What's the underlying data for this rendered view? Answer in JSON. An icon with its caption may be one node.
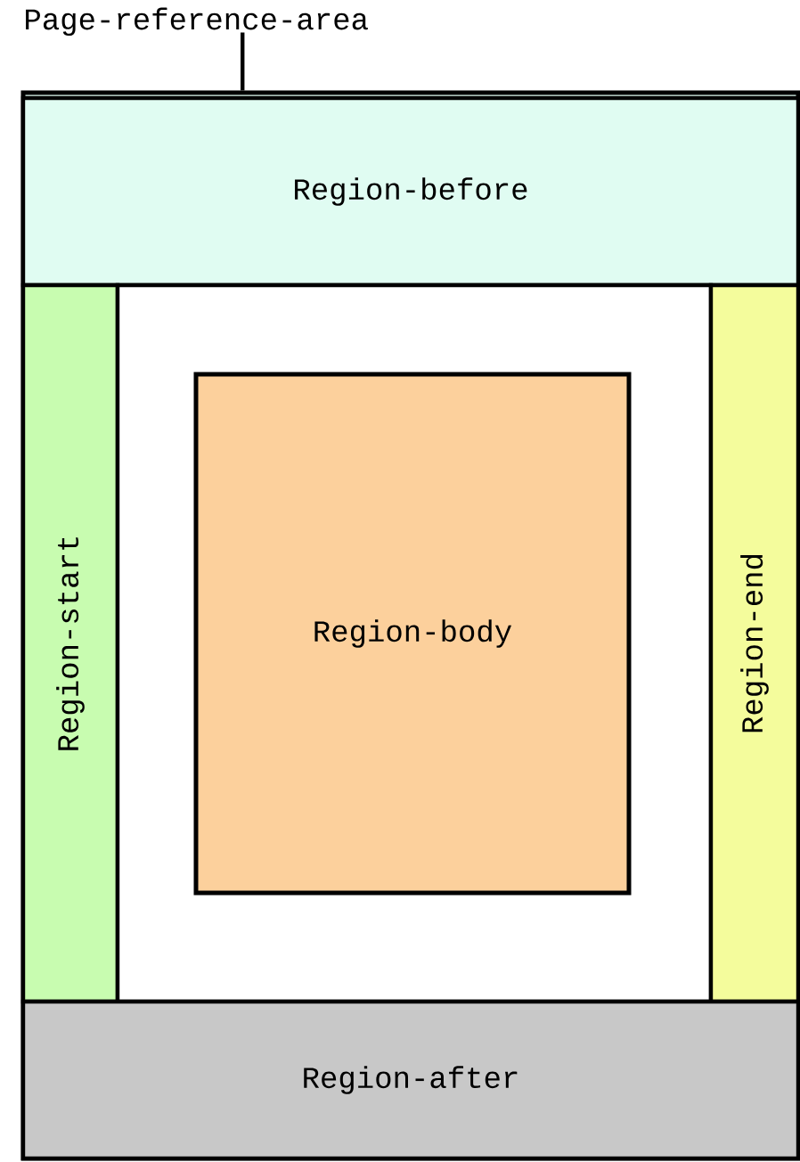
{
  "diagram": {
    "nodes": [
      {
        "text": [
          "Page-reference-area"
        ]
      },
      {
        "text": [],
        "shape": "box"
      },
      {
        "text": [
          "Region-before"
        ],
        "in": 1
      },
      {
        "text": [
          "Region-start"
        ],
        "in": 1
      },
      {
        "text": [],
        "shape": "box",
        "in": 1
      },
      {
        "text": [
          "Region-body"
        ],
        "in": 4
      },
      {
        "text": [
          "Region-end"
        ],
        "in": 1
      },
      {
        "text": [
          "Region-after"
        ],
        "in": 1
      }
    ],
    "edges": [
      {
        "from": 0,
        "to": 1,
        "arrow": "none"
      }
    ]
  }
}
